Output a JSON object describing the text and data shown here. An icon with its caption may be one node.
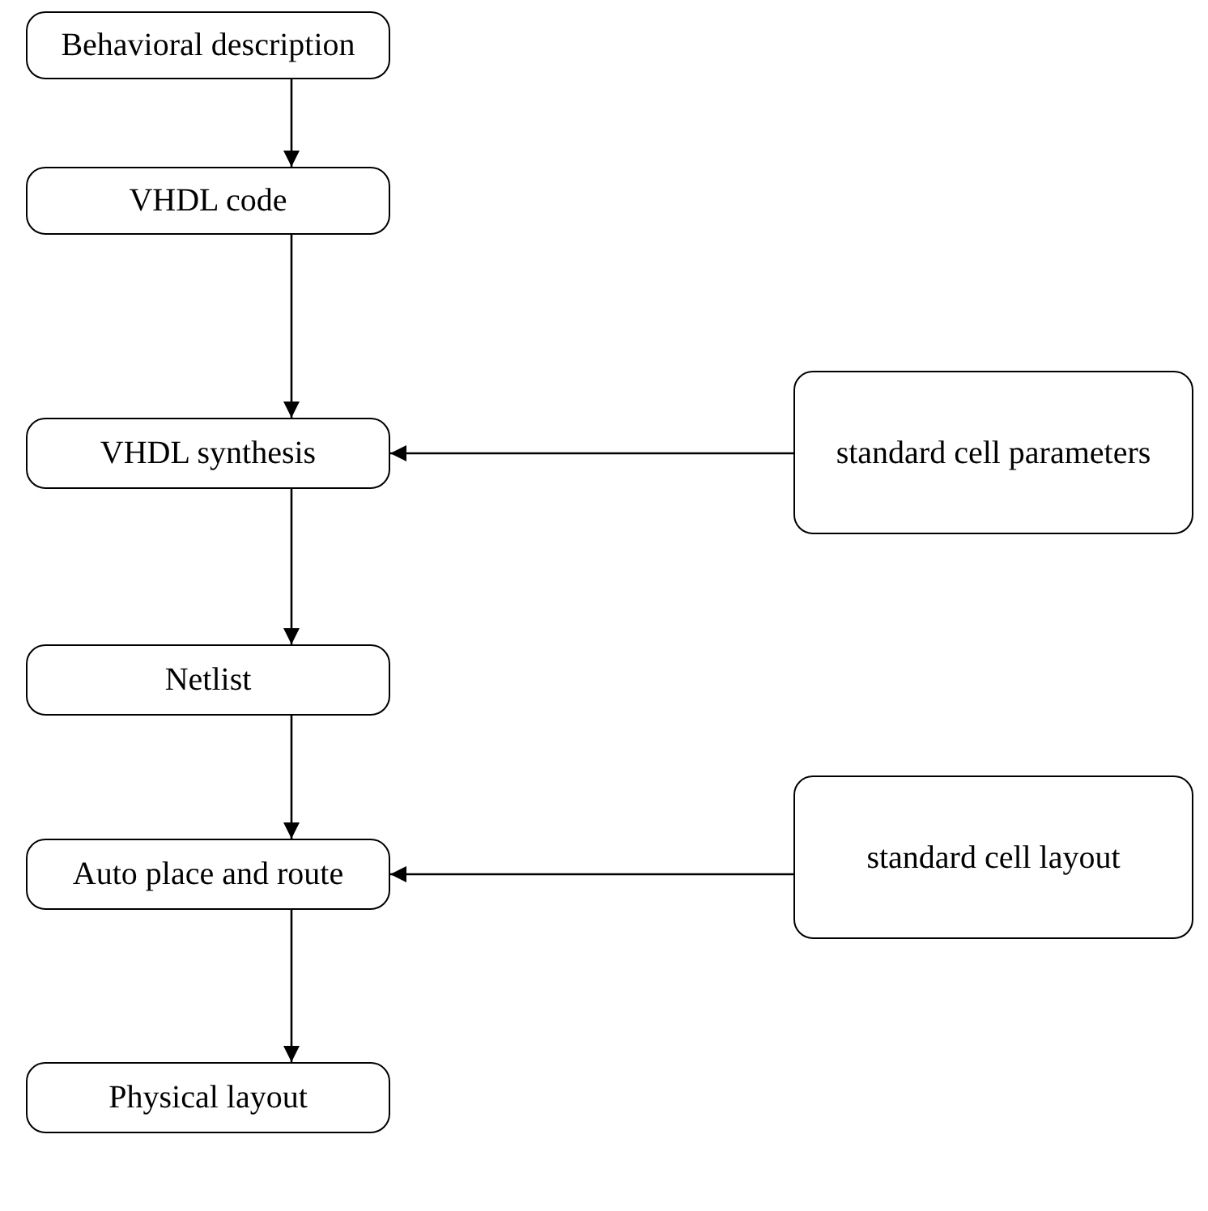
{
  "diagram": {
    "nodes": [
      {
        "text": [
          "Behavioral description"
        ]
      },
      {
        "text": [
          "VHDL code"
        ]
      },
      {
        "text": [
          "VHDL synthesis"
        ]
      },
      {
        "text": [
          "standard cell parameters"
        ]
      },
      {
        "text": [
          "Netlist"
        ]
      },
      {
        "text": [
          "Auto place and route"
        ]
      },
      {
        "text": [
          "standard cell layout"
        ]
      },
      {
        "text": [
          "Physical layout"
        ]
      }
    ],
    "edges": [
      {
        "from": 0,
        "to": 1,
        "arrow": "to"
      },
      {
        "from": 1,
        "to": 2,
        "arrow": "to"
      },
      {
        "from": 3,
        "to": 2,
        "arrow": "to"
      },
      {
        "from": 2,
        "to": 4,
        "arrow": "to"
      },
      {
        "from": 4,
        "to": 5,
        "arrow": "to"
      },
      {
        "from": 6,
        "to": 5,
        "arrow": "to"
      },
      {
        "from": 5,
        "to": 7,
        "arrow": "to"
      }
    ]
  }
}
